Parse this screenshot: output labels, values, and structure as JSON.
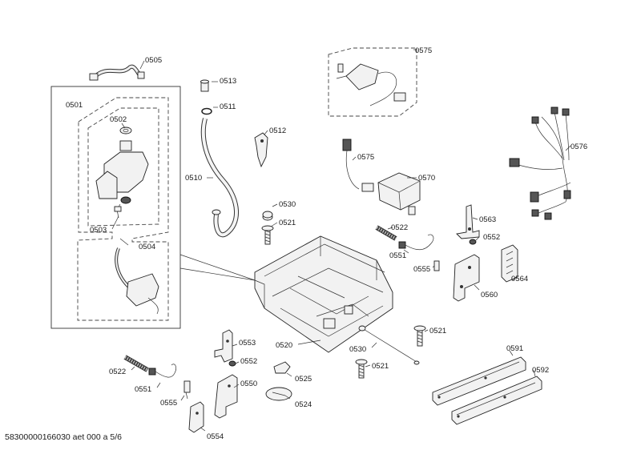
{
  "labels": {
    "l0505": "0505",
    "l0501": "0501",
    "l0502": "0502",
    "l0503": "0503",
    "l0504": "0504",
    "l0513": "0513",
    "l0511": "0511",
    "l0510": "0510",
    "l0512": "0512",
    "l0530a": "0530",
    "l0521a": "0521",
    "l0575a": "0575",
    "l0575b": "0575",
    "l0570": "0570",
    "l0576": "0576",
    "l0563": "0563",
    "l0552a": "0552",
    "l0522a": "0522",
    "l0551a": "0551",
    "l0555a": "0555",
    "l0564": "0564",
    "l0560": "0560",
    "l0520": "0520",
    "l0530b": "0530",
    "l0521b": "0521",
    "l0521c": "0521",
    "l0553": "0553",
    "l0552b": "0552",
    "l0550": "0550",
    "l0525": "0525",
    "l0524": "0524",
    "l0522b": "0522",
    "l0551b": "0551",
    "l0555b": "0555",
    "l0554": "0554",
    "l0591": "0591",
    "l0592": "0592"
  },
  "footer": "58300000166030 aet 000 a 5/6"
}
